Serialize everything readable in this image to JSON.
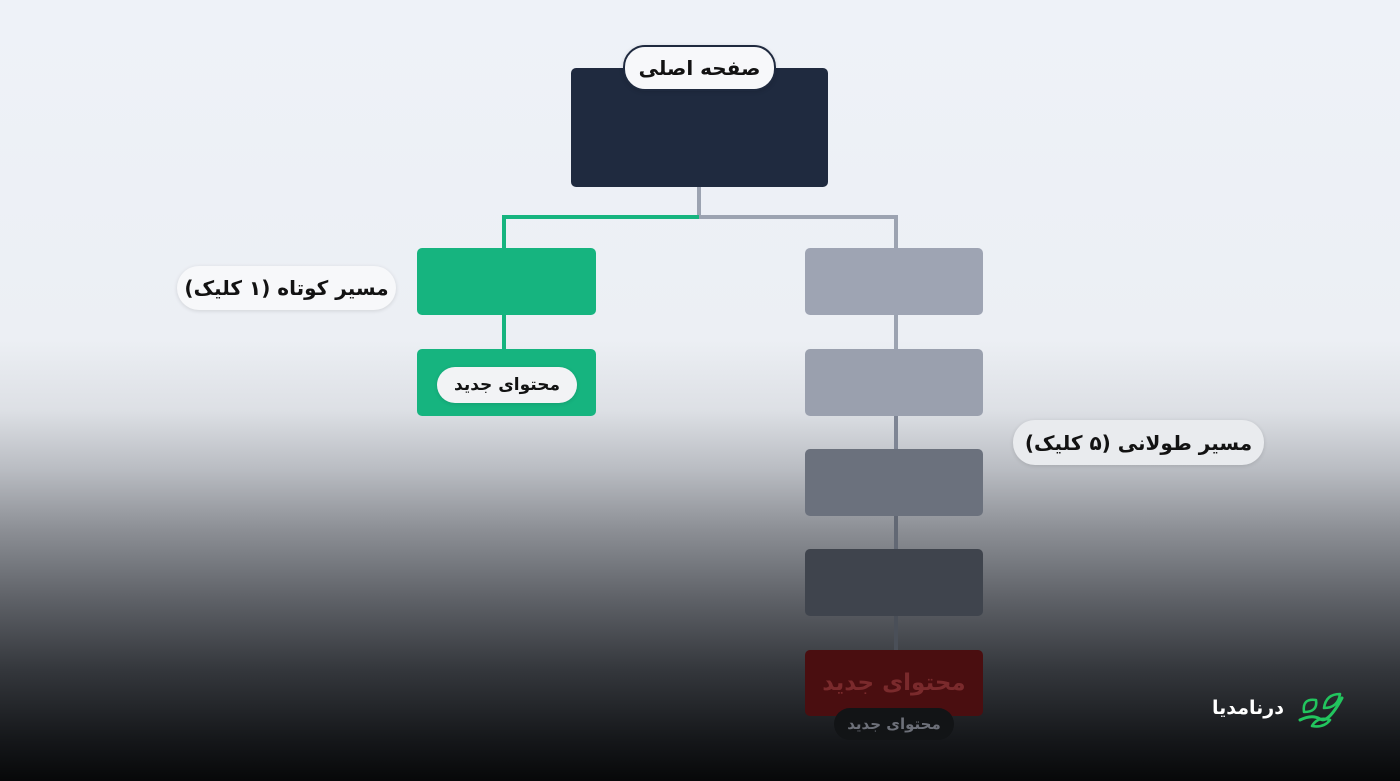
{
  "diagram": {
    "root_label": "صفحه اصلی",
    "short_path_label": "مسیر کوتاه (۱ کلیک)",
    "long_path_label": "مسیر طولانی (۵ کلیک)",
    "short_target_label": "محتوای جدید",
    "long_target_label": "محتوای جدید",
    "long_target_caption": "محتوای جدید"
  },
  "brand": {
    "logo_text": "درنامدیا",
    "logo_icon": "leaf-icon"
  },
  "colors": {
    "root": "#1f2a3f",
    "short_path": "#16b47f",
    "long_path": "#9ea4b3",
    "long_target": "#4a0e10"
  }
}
